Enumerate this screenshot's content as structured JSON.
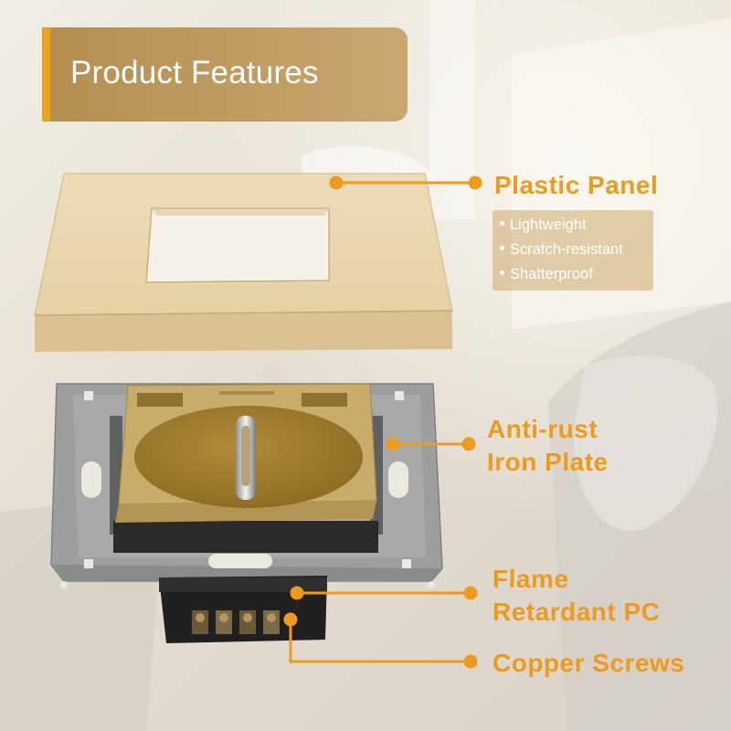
{
  "title": "Product Features",
  "features": {
    "panel": {
      "label": "Plastic Panel",
      "bullets": [
        "Lightweight",
        "Scratch-resistant",
        "Shatterproof"
      ]
    },
    "plate": {
      "label_line1": "Anti-rust",
      "label_line2": "Iron Plate"
    },
    "pc": {
      "label_line1": "Flame",
      "label_line2": "Retardant PC"
    },
    "screws": {
      "label": "Copper Screws"
    }
  },
  "colors": {
    "accent": "#ee9a1c",
    "banner": "#b99454",
    "panel": "#ead8b2",
    "plate": "#9ea0a0",
    "socket_face": "#c7a96a",
    "socket_recess": "#a8832e"
  },
  "icons": [
    "socket-pin-icon"
  ]
}
